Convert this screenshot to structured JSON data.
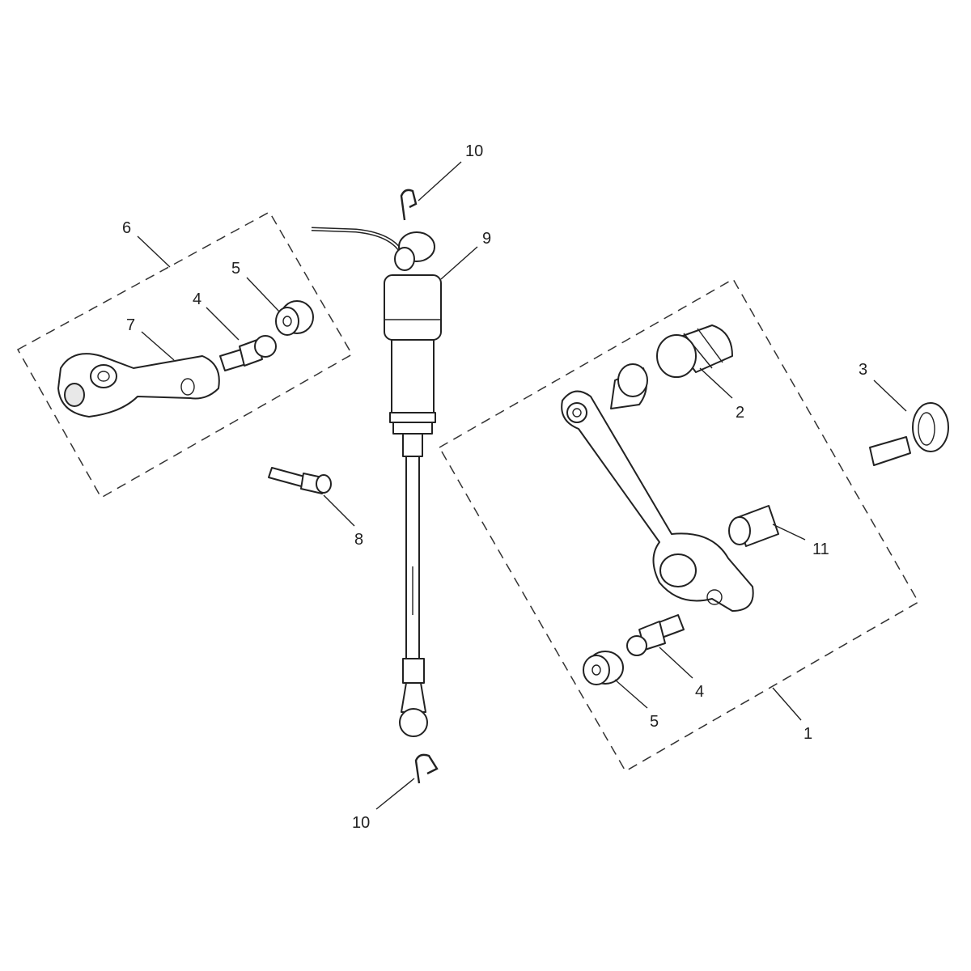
{
  "diagram": {
    "title": "Gear change linkage exploded view",
    "callouts": [
      {
        "id": "c10a",
        "text": "10"
      },
      {
        "id": "c9",
        "text": "9"
      },
      {
        "id": "c6",
        "text": "6"
      },
      {
        "id": "c5a",
        "text": "5"
      },
      {
        "id": "c4a",
        "text": "4"
      },
      {
        "id": "c7",
        "text": "7"
      },
      {
        "id": "c8",
        "text": "8"
      },
      {
        "id": "c2",
        "text": "2"
      },
      {
        "id": "c3",
        "text": "3"
      },
      {
        "id": "c11",
        "text": "11"
      },
      {
        "id": "c4b",
        "text": "4"
      },
      {
        "id": "c5b",
        "text": "5"
      },
      {
        "id": "c1",
        "text": "1"
      },
      {
        "id": "c10b",
        "text": "10"
      }
    ]
  }
}
